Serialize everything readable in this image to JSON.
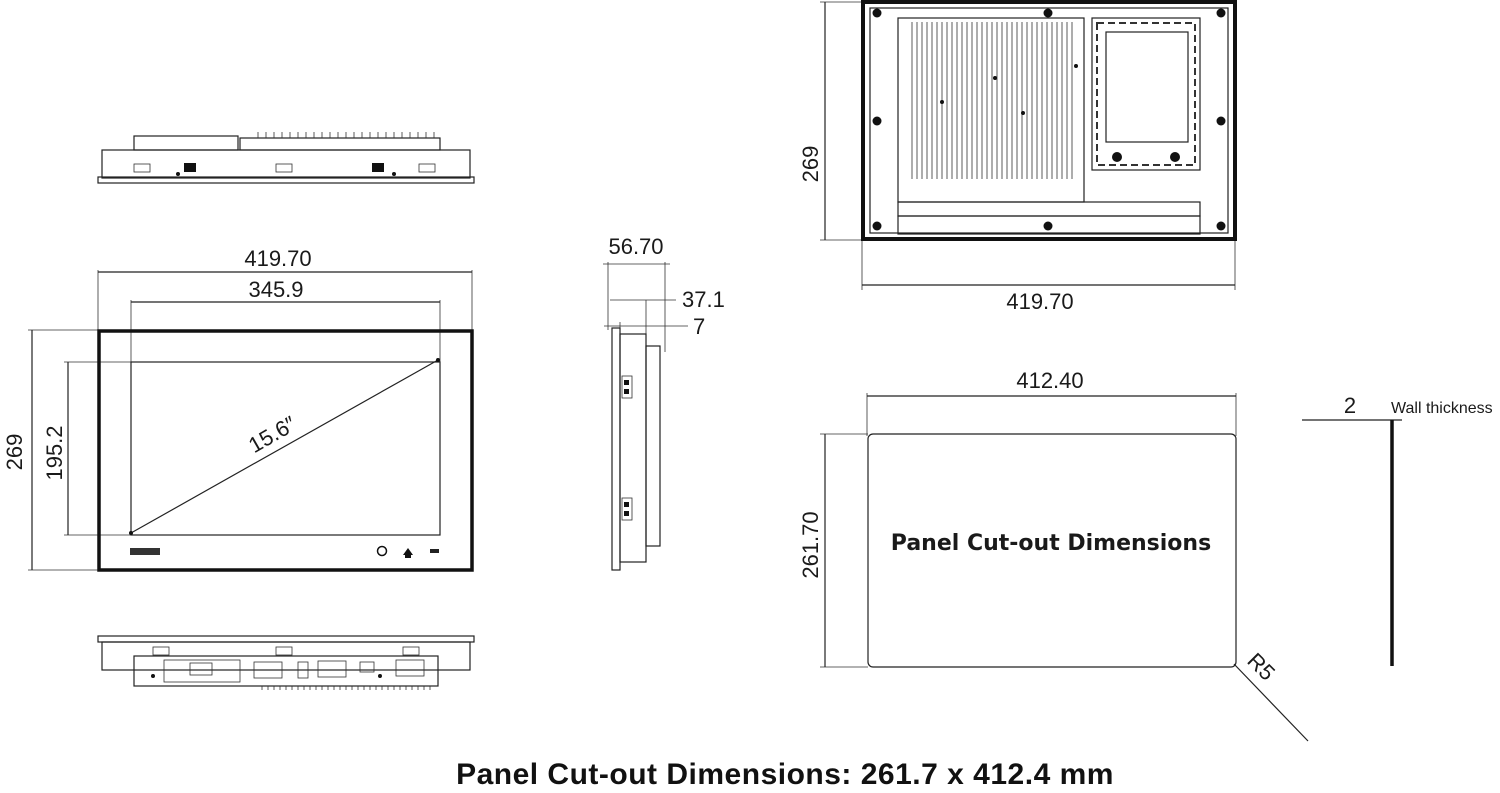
{
  "front_view": {
    "width": "419.70",
    "screen_width": "345.9",
    "height": "269",
    "screen_height": "195.2",
    "diagonal": "15.6″"
  },
  "side_view": {
    "depth": "56.70",
    "body_depth": "37.1",
    "bezel_depth": "7"
  },
  "rear_view": {
    "height": "269",
    "width": "419.70"
  },
  "cutout": {
    "width": "412.40",
    "height": "261.70",
    "label": "Panel Cut-out Dimensions",
    "corner_radius": "R5"
  },
  "wall": {
    "value": "2",
    "label": "Wall thickness"
  },
  "caption": "Panel Cut-out Dimensions: 261.7 x 412.4 mm"
}
